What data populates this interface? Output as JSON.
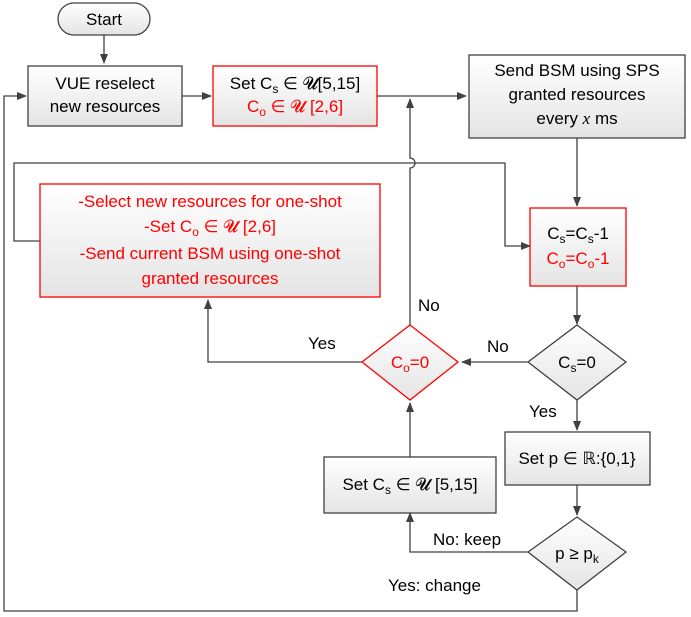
{
  "nodes": {
    "start": {
      "text": "Start"
    },
    "reselect": {
      "line1": "VUE reselect",
      "line2": "new resources"
    },
    "set_cs_co": {
      "cs_prefix": "Set C",
      "cs_sub": "s",
      "cs_rest": " ∈ 𝓤[5,15]",
      "co_prefix": "C",
      "co_sub": "o",
      "co_rest": " ∈ 𝓤 [2,6]"
    },
    "send_sps": {
      "line1": "Send BSM using SPS",
      "line2": "granted resources",
      "line3_pre": "every ",
      "line3_var": "x",
      "line3_post": " ms"
    },
    "one_shot": {
      "line1": "-Select new resources for one-shot",
      "line2_prefix": "-Set C",
      "line2_sub": "o",
      "line2_rest": " ∈ 𝓤 [2,6]",
      "line3": "-Send current BSM using one-shot",
      "line4": "granted resources"
    },
    "decrement": {
      "cs_a": "C",
      "cs_sub_a": "s",
      "cs_mid": "=C",
      "cs_sub_b": "s",
      "cs_end": "-1",
      "co_a": "C",
      "co_sub_a": "o",
      "co_mid": "=C",
      "co_sub_b": "o",
      "co_end": "-1"
    },
    "co_zero": {
      "prefix": "C",
      "sub": "o",
      "rest": "=0"
    },
    "cs_zero": {
      "prefix": "C",
      "sub": "s",
      "rest": "=0"
    },
    "set_p": {
      "text": "Set p ∈ ℝ:{0,1}"
    },
    "set_cs": {
      "prefix": "Set C",
      "sub": "s",
      "rest": " ∈ 𝓤 [5,15]"
    },
    "p_check": {
      "prefix": "p ≥ p",
      "sub": "k"
    }
  },
  "edge_labels": {
    "co_no": "No",
    "co_yes": "Yes",
    "cs_no": "No",
    "cs_yes": "Yes",
    "p_no": "No: keep",
    "p_yes": "Yes: change"
  },
  "colors": {
    "black": "#000000",
    "red": "#ff0000",
    "box_fill_top": "#ffffff",
    "box_fill_bottom": "#e6e6e6"
  }
}
